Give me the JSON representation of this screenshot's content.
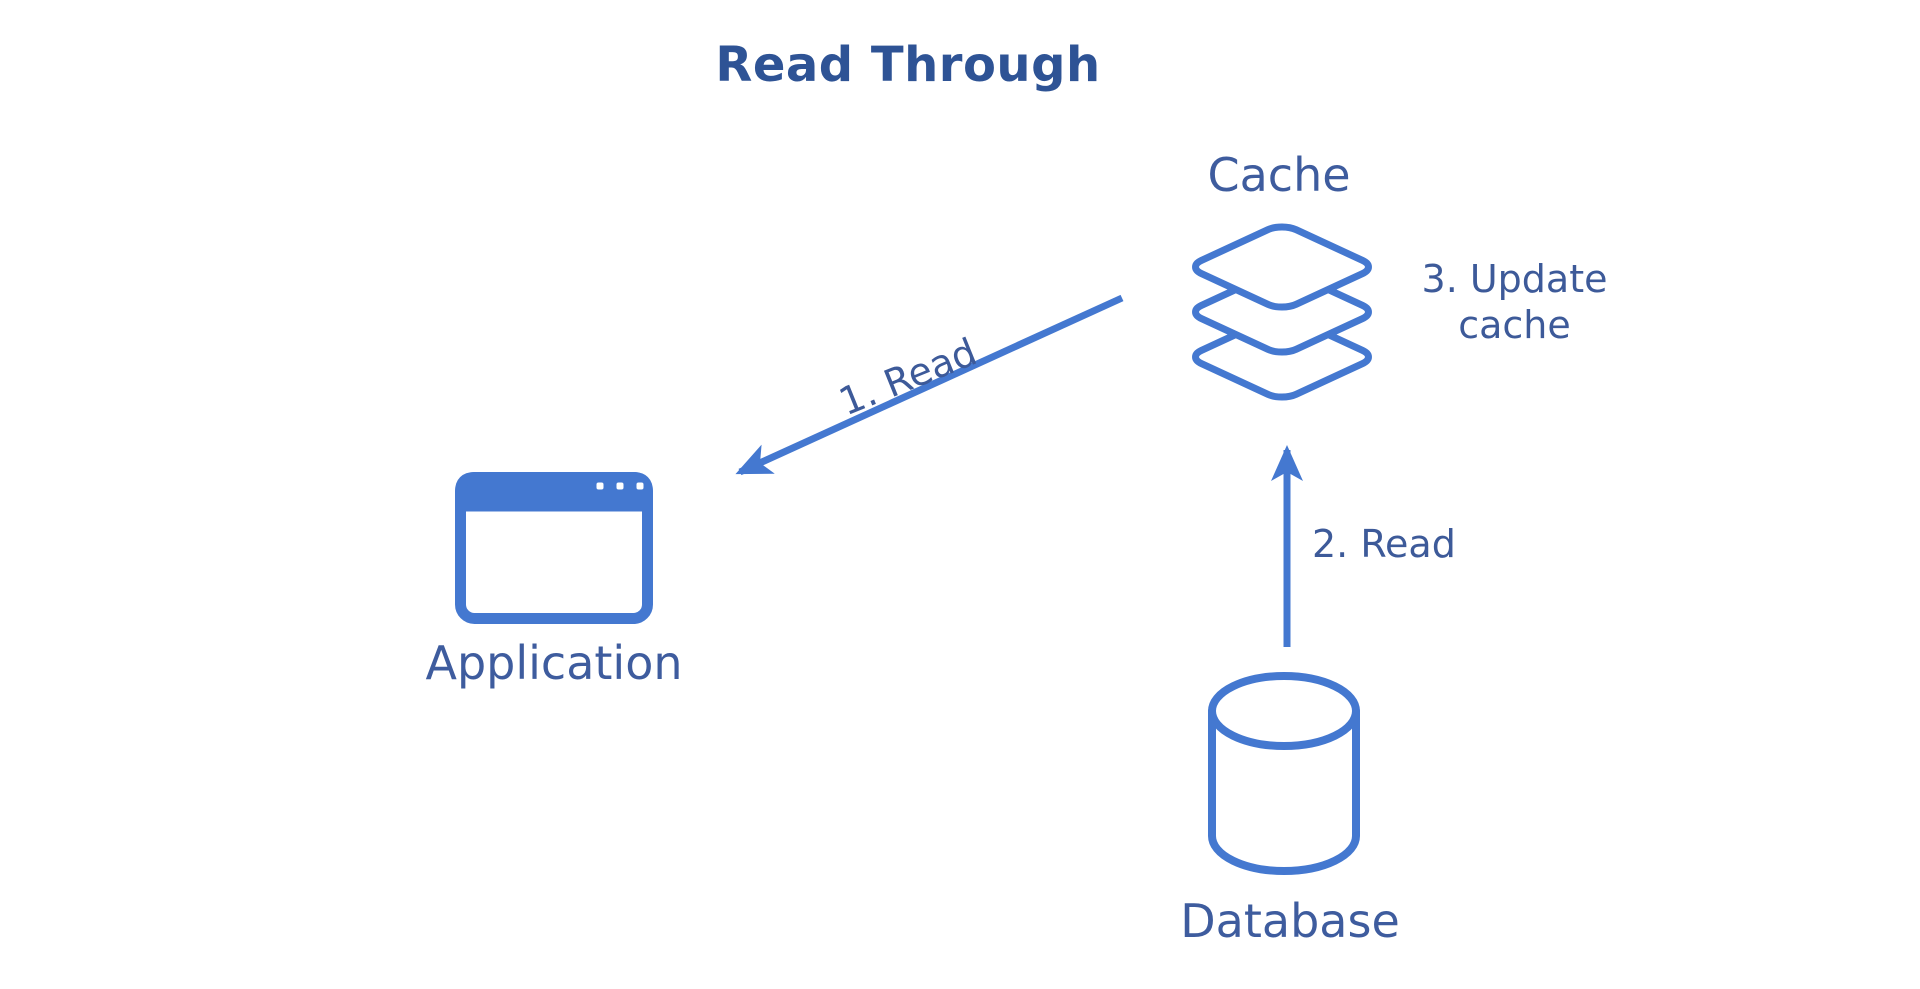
{
  "title": "Read Through",
  "nodes": {
    "cache": {
      "label": "Cache"
    },
    "application": {
      "label": "Application"
    },
    "database": {
      "label": "Database"
    }
  },
  "flows": {
    "step1": {
      "label": "1. Read",
      "from": "Cache",
      "to": "Application"
    },
    "step2": {
      "label": "2. Read",
      "from": "Database",
      "to": "Cache"
    },
    "step3": {
      "line1": "3. Update",
      "line2": "cache",
      "target": "Cache"
    }
  },
  "icons": {
    "cache": "layers-stack-icon",
    "application": "browser-window-icon",
    "database": "database-cylinder-icon"
  },
  "colors": {
    "diagram_blue": "#4478d0",
    "stroke_blue": "#4472c4",
    "title_text": "#2e5395",
    "label_text": "#3e5c9e",
    "background": "#ffffff"
  }
}
